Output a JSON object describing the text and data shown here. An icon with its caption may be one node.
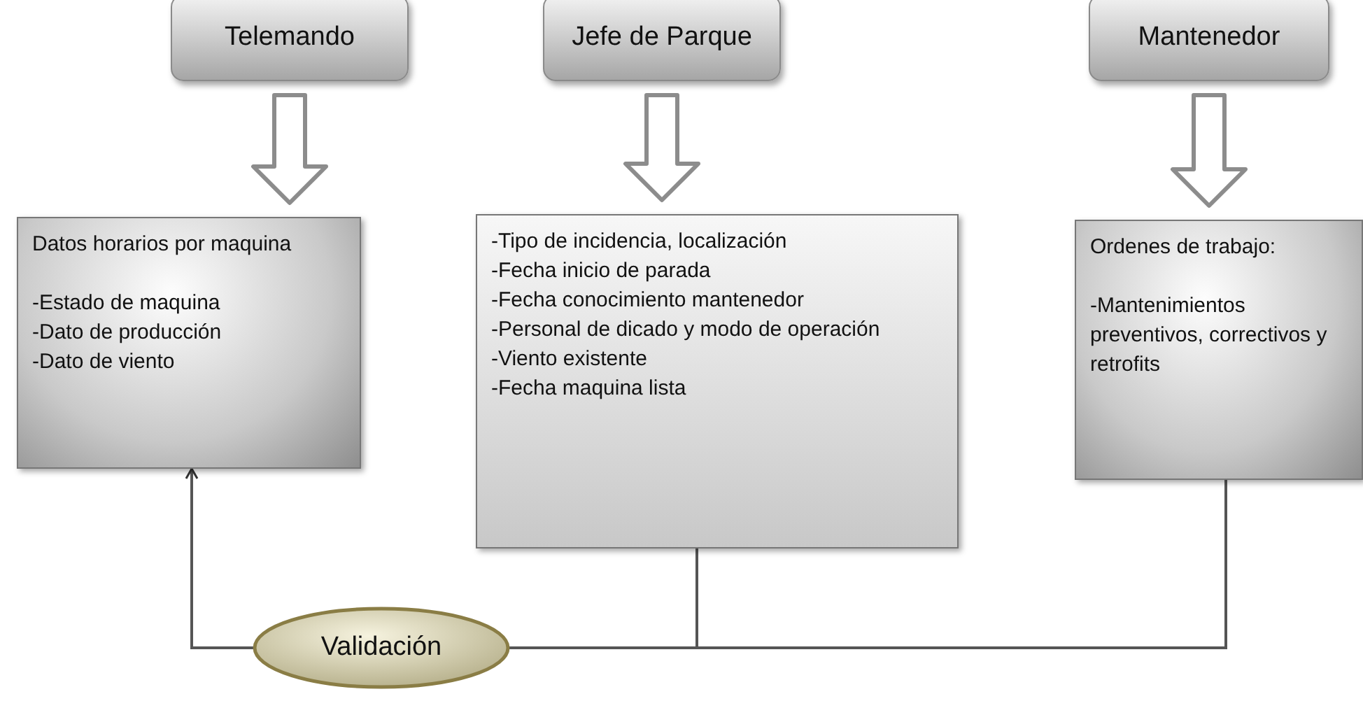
{
  "diagram": {
    "nodes": [
      {
        "text": [
          "Telemando"
        ]
      },
      {
        "text": [
          "Jefe de Parque"
        ]
      },
      {
        "text": [
          "Mantenedor"
        ]
      },
      {
        "text": [
          "Datos horarios por maquina",
          "-Estado de maquina",
          "-Dato de producción",
          "-Dato de viento"
        ]
      },
      {
        "text": [
          "-Tipo de incidencia, localización",
          "-Fecha inicio de parada",
          "-Fecha conocimiento mantenedor",
          "-Personal de dicado y modo de operación",
          "-Viento existente",
          "-Fecha maquina lista"
        ]
      },
      {
        "text": [
          "Ordenes de trabajo:",
          "-Mantenimientos preventivos, correctivos y retrofits"
        ]
      },
      {
        "text": [
          "Validación"
        ]
      }
    ],
    "edges": [
      {
        "from": 0,
        "to": 3,
        "arrow": "to",
        "style": "thick"
      },
      {
        "from": 1,
        "to": 4,
        "arrow": "to",
        "style": "thick"
      },
      {
        "from": 2,
        "to": 5,
        "arrow": "to",
        "style": "thick"
      },
      {
        "from": 6,
        "to": 3,
        "arrow": "to"
      },
      {
        "from": 4,
        "to": 6,
        "arrow": "none"
      },
      {
        "from": 5,
        "to": 6,
        "arrow": "none"
      }
    ]
  }
}
